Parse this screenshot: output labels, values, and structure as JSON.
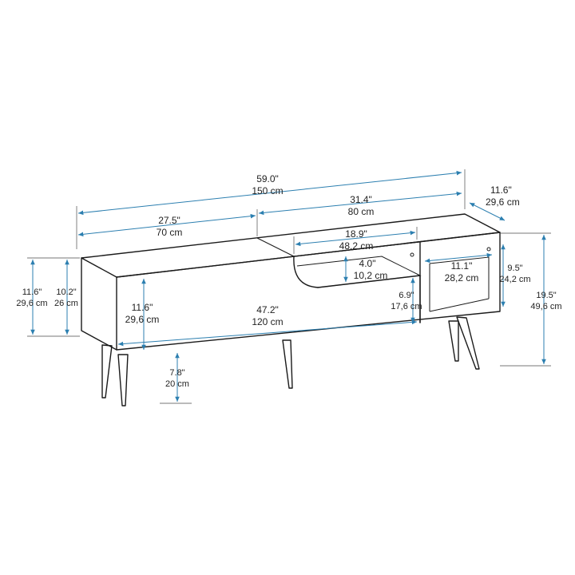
{
  "dimensions": {
    "overall_width": {
      "imperial": "59.0\"",
      "metric": "150 cm"
    },
    "right_section_width": {
      "imperial": "31.4\"",
      "metric": "80 cm"
    },
    "left_section_width": {
      "imperial": "27.5\"",
      "metric": "70 cm"
    },
    "depth": {
      "imperial": "11.6\"",
      "metric": "29,6 cm"
    },
    "top_opening_width": {
      "imperial": "18.9\"",
      "metric": "48,2 cm"
    },
    "top_opening_height": {
      "imperial": "4.0\"",
      "metric": "10,2 cm"
    },
    "right_shelf_width": {
      "imperial": "11.1\"",
      "metric": "28,2 cm"
    },
    "right_shelf_height": {
      "imperial": "9.5\"",
      "metric": "24,2 cm"
    },
    "overall_height": {
      "imperial": "19.5\"",
      "metric": "49,6 cm"
    },
    "side_depth": {
      "imperial": "11.6\"",
      "metric": "29,6 cm"
    },
    "side_inner_height": {
      "imperial": "10.2\"",
      "metric": "26 cm"
    },
    "door_height": {
      "imperial": "11.6\"",
      "metric": "29,6 cm"
    },
    "bottom_width": {
      "imperial": "47.2\"",
      "metric": "120 cm"
    },
    "drawer_height": {
      "imperial": "6.9\"",
      "metric": "17,6 cm"
    },
    "leg_height": {
      "imperial": "7.8\"",
      "metric": "20 cm"
    }
  },
  "colors": {
    "dimension_line": "#2c7fb0",
    "outline": "#1a1a1a"
  }
}
